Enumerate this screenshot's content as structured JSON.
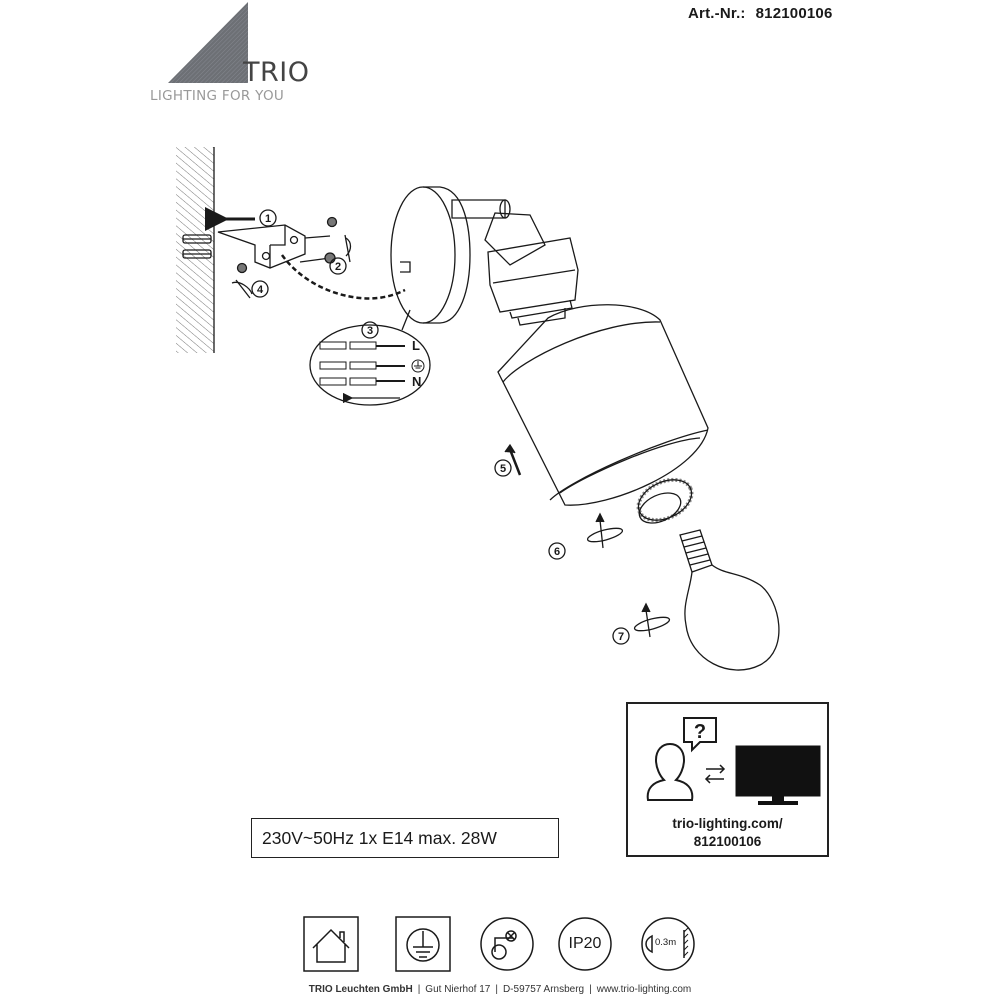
{
  "header": {
    "art_label": "Art.-Nr.:",
    "art_number": "812100106"
  },
  "logo": {
    "word": "TRIO",
    "tagline": "LIGHTING FOR YOU"
  },
  "steps": [
    "1",
    "2",
    "3",
    "4",
    "5",
    "6",
    "7"
  ],
  "wiring": {
    "L": "L",
    "N": "N"
  },
  "spec": "230V~50Hz  1x E14 max. 28W",
  "info_box": {
    "question_mark": "?",
    "url_line1": "trio-lighting.com/",
    "url_line2": "812100106"
  },
  "symbols": {
    "ip_rating": "IP20",
    "distance": "0.3m"
  },
  "footer": {
    "company": "TRIO Leuchten GmbH",
    "address": "Gut Nierhof 17",
    "city": "D-59757 Arnsberg",
    "website": "www.trio-lighting.com"
  },
  "colors": {
    "logo_triangle": "#6d7075",
    "logo_text": "#444444",
    "tagline": "#999999",
    "line": "#1a1a1a"
  }
}
